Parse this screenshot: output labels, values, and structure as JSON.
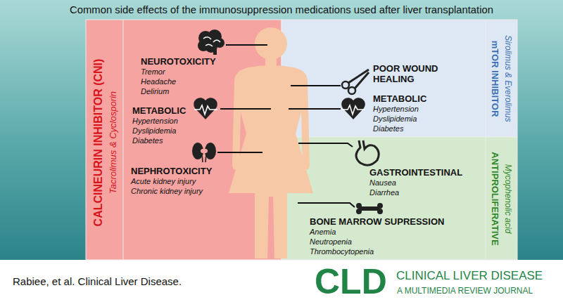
{
  "diagram": {
    "title": "Common side effects of the immunosuppression medications used after liver transplantation",
    "caption": "Rabiee, et al. Clinical Liver Disease.",
    "nodes": [
      {
        "text": [
          "CALCINEURIN INHIBITOR (CNI)",
          "Tacrolimus & Cyclosporin"
        ]
      },
      {
        "text": [
          "NEUROTOXICITY",
          "Tremor",
          "Headache",
          "Delirium"
        ],
        "in": 0
      },
      {
        "text": [
          "METABOLIC",
          "Hypertension",
          "Dyslipidemia",
          "Diabetes"
        ],
        "in": 0
      },
      {
        "text": [
          "NEPHROTOXICITY",
          "Acute kidney injury",
          "Chronic kidney injury"
        ],
        "in": 0
      },
      {
        "text": [
          "mTOR INHIBITOR",
          "Sirolimus & Everolimus"
        ]
      },
      {
        "text": [
          "POOR WOUND HEALING"
        ],
        "in": 4
      },
      {
        "text": [
          "METABOLIC",
          "Hypertension",
          "Dyslipidemia",
          "Diabetes"
        ],
        "in": 4
      },
      {
        "text": [
          "ANTIPROLIFERATIVE",
          "Mycophenolic acid"
        ]
      },
      {
        "text": [
          "GASTROINTESTINAL",
          "Nausea",
          "Diarrhea"
        ],
        "in": 7
      },
      {
        "text": [
          "BONE MARROW SUPRESSION",
          "Anemia",
          "Neutropenia",
          "Thrombocytopenia"
        ],
        "in": 7
      }
    ],
    "labels": [
      "CLD",
      "CLINICAL LIVER DISEASE",
      "A MULTIMEDIA REVIEW JOURNAL"
    ]
  }
}
